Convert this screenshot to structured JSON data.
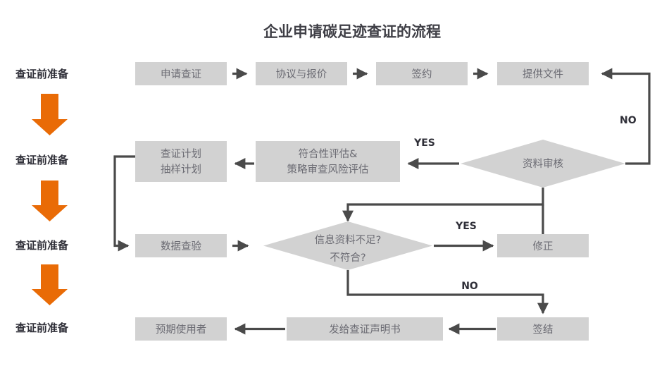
{
  "page": {
    "title": "企业申请碳足迹查证的流程",
    "background_color": "#ffffff",
    "shape_fill_color": "#d2d2d2",
    "connector_color": "#4a4a4a",
    "accent_color": "#e96b06",
    "node_text_color": "#6b6b73",
    "label_text_color": "#2f2f38"
  },
  "stage_labels": [
    {
      "text": "查证前准备"
    },
    {
      "text": "查证前准备"
    },
    {
      "text": "查证前准备"
    },
    {
      "text": "查证前准备"
    }
  ],
  "stage_arrows": [
    {
      "name": "orange-down-arrow-1"
    },
    {
      "name": "orange-down-arrow-2"
    },
    {
      "name": "orange-down-arrow-3"
    }
  ],
  "nodes": {
    "apply": {
      "label": "申请查证",
      "shape": "rect"
    },
    "agreement": {
      "label": "协议与报价",
      "shape": "rect"
    },
    "contract": {
      "label": "签约",
      "shape": "rect"
    },
    "provide_docs": {
      "label": "提供文件",
      "shape": "rect"
    },
    "doc_review": {
      "label": "资料审核",
      "shape": "diamond"
    },
    "assessment_line1": "符合性评估&",
    "assessment_line2": "策略审查风险评估",
    "plan_line1": "查证计划",
    "plan_line2": "抽样计划",
    "data_check": {
      "label": "数据查验",
      "shape": "rect"
    },
    "insufficient_line1": "信息资料不足?",
    "insufficient_line2": "不符合?",
    "fix": {
      "label": "修正",
      "shape": "rect"
    },
    "conclude": {
      "label": "签结",
      "shape": "rect"
    },
    "issue_statement": {
      "label": "发给查证声明书",
      "shape": "rect"
    },
    "intended_user": {
      "label": "预期使用者",
      "shape": "rect"
    }
  },
  "branch_labels": {
    "review_no": "NO",
    "review_yes": "YES",
    "insufficient_yes": "YES",
    "insufficient_no": "NO"
  }
}
